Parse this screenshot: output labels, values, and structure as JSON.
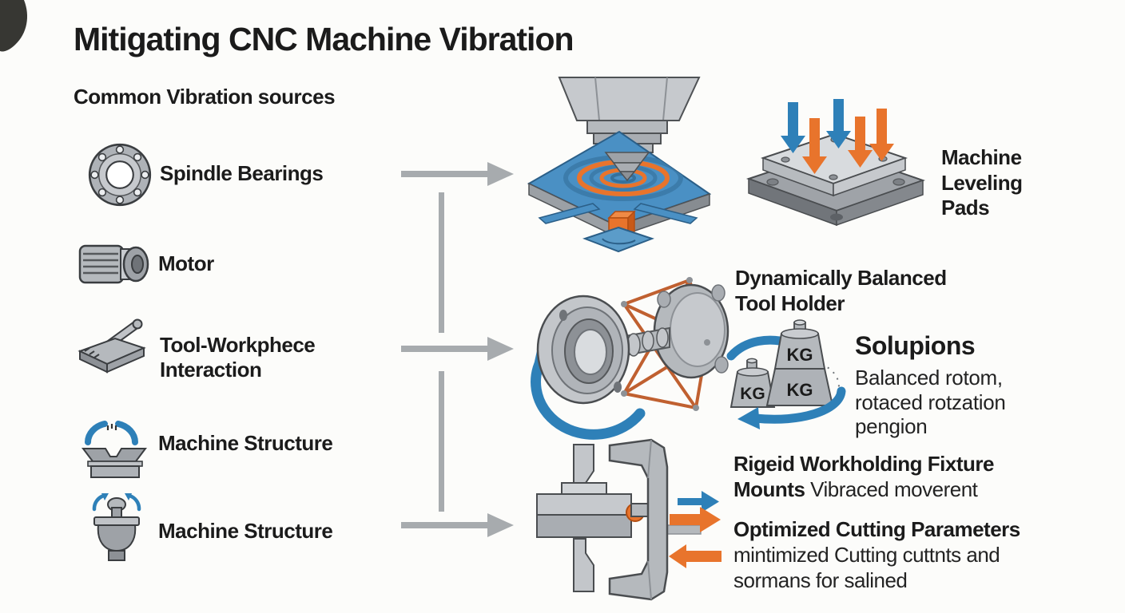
{
  "title": "Mitigating CNC Machine Vibration",
  "sources": {
    "heading": "Common Vibration sources",
    "items": [
      {
        "label": "Spindle Bearings"
      },
      {
        "label": "Motor"
      },
      {
        "label": "Tool-Workphece Interaction"
      },
      {
        "label": "Machine Structure"
      },
      {
        "label": "Machine Structure"
      }
    ]
  },
  "solutions": {
    "leveling_pads": {
      "label": "Machine Leveling Pads"
    },
    "balanced_tool_holder": {
      "heading": "Dynamically Balanced Tool Holder",
      "weight_unit": "KG",
      "subheading": "Solupions",
      "body": "Balanced rotom, rotaced rotzation pengion"
    },
    "workholding": {
      "heading": "Rigeid Workholding Fixture Mounts",
      "body": "Vibraced moverent"
    },
    "cutting_parameters": {
      "heading": "Optimized Cutting Parameters",
      "body": "mintimized Cutting cuttnts and sormans for salined"
    }
  },
  "colors": {
    "blue": "#2e80b8",
    "orange": "#e8742c",
    "plate_blue": "#4a90c4",
    "connector_gray": "#a7abae"
  }
}
